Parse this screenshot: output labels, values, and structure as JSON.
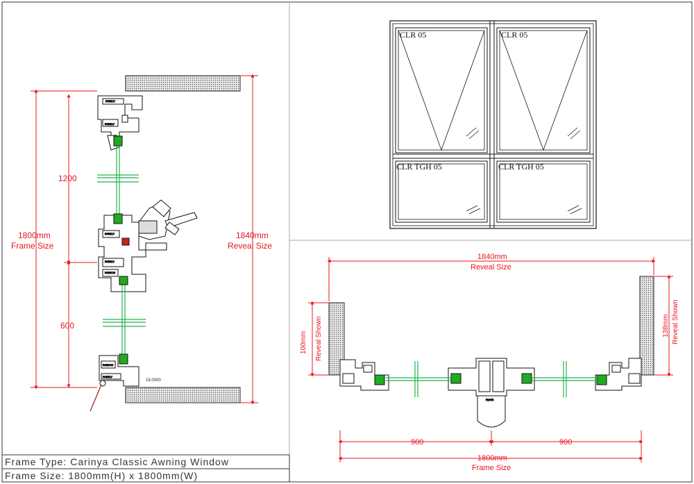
{
  "title_block": {
    "frame_type": "Frame Type:  Carinya Classic Awning Window",
    "frame_size": "Frame Size:  1800mm(H) x 1800mm(W)"
  },
  "section_vertical": {
    "dim_top_sash": "1200",
    "dim_bottom_sash": "600",
    "frame_size_value": "1800mm",
    "frame_size_label": "Frame Size",
    "reveal_size_value": "1840mm",
    "reveal_size_label": "Reveal Size",
    "small_dim": "19.0000"
  },
  "elevation": {
    "panes": [
      {
        "label": "CLR 05"
      },
      {
        "label": "CLR 05"
      },
      {
        "label": "CLR TGH 05"
      },
      {
        "label": "CLR TGH 05"
      }
    ]
  },
  "section_horizontal": {
    "reveal_value": "1840mm",
    "reveal_label": "Reveal Size",
    "left_reveal_value": "100mm",
    "left_reveal_label": "Reveal Shown",
    "right_reveal_value": "138mm",
    "right_reveal_label": "Reveal Shown",
    "half_left": "900",
    "half_right": "900",
    "frame_value": "1800mm",
    "frame_label": "Frame Size"
  },
  "colors": {
    "dimension": "#e8141c",
    "glazing": "#22b24c",
    "linework": "#111111",
    "wall_hatch": "#555555"
  }
}
